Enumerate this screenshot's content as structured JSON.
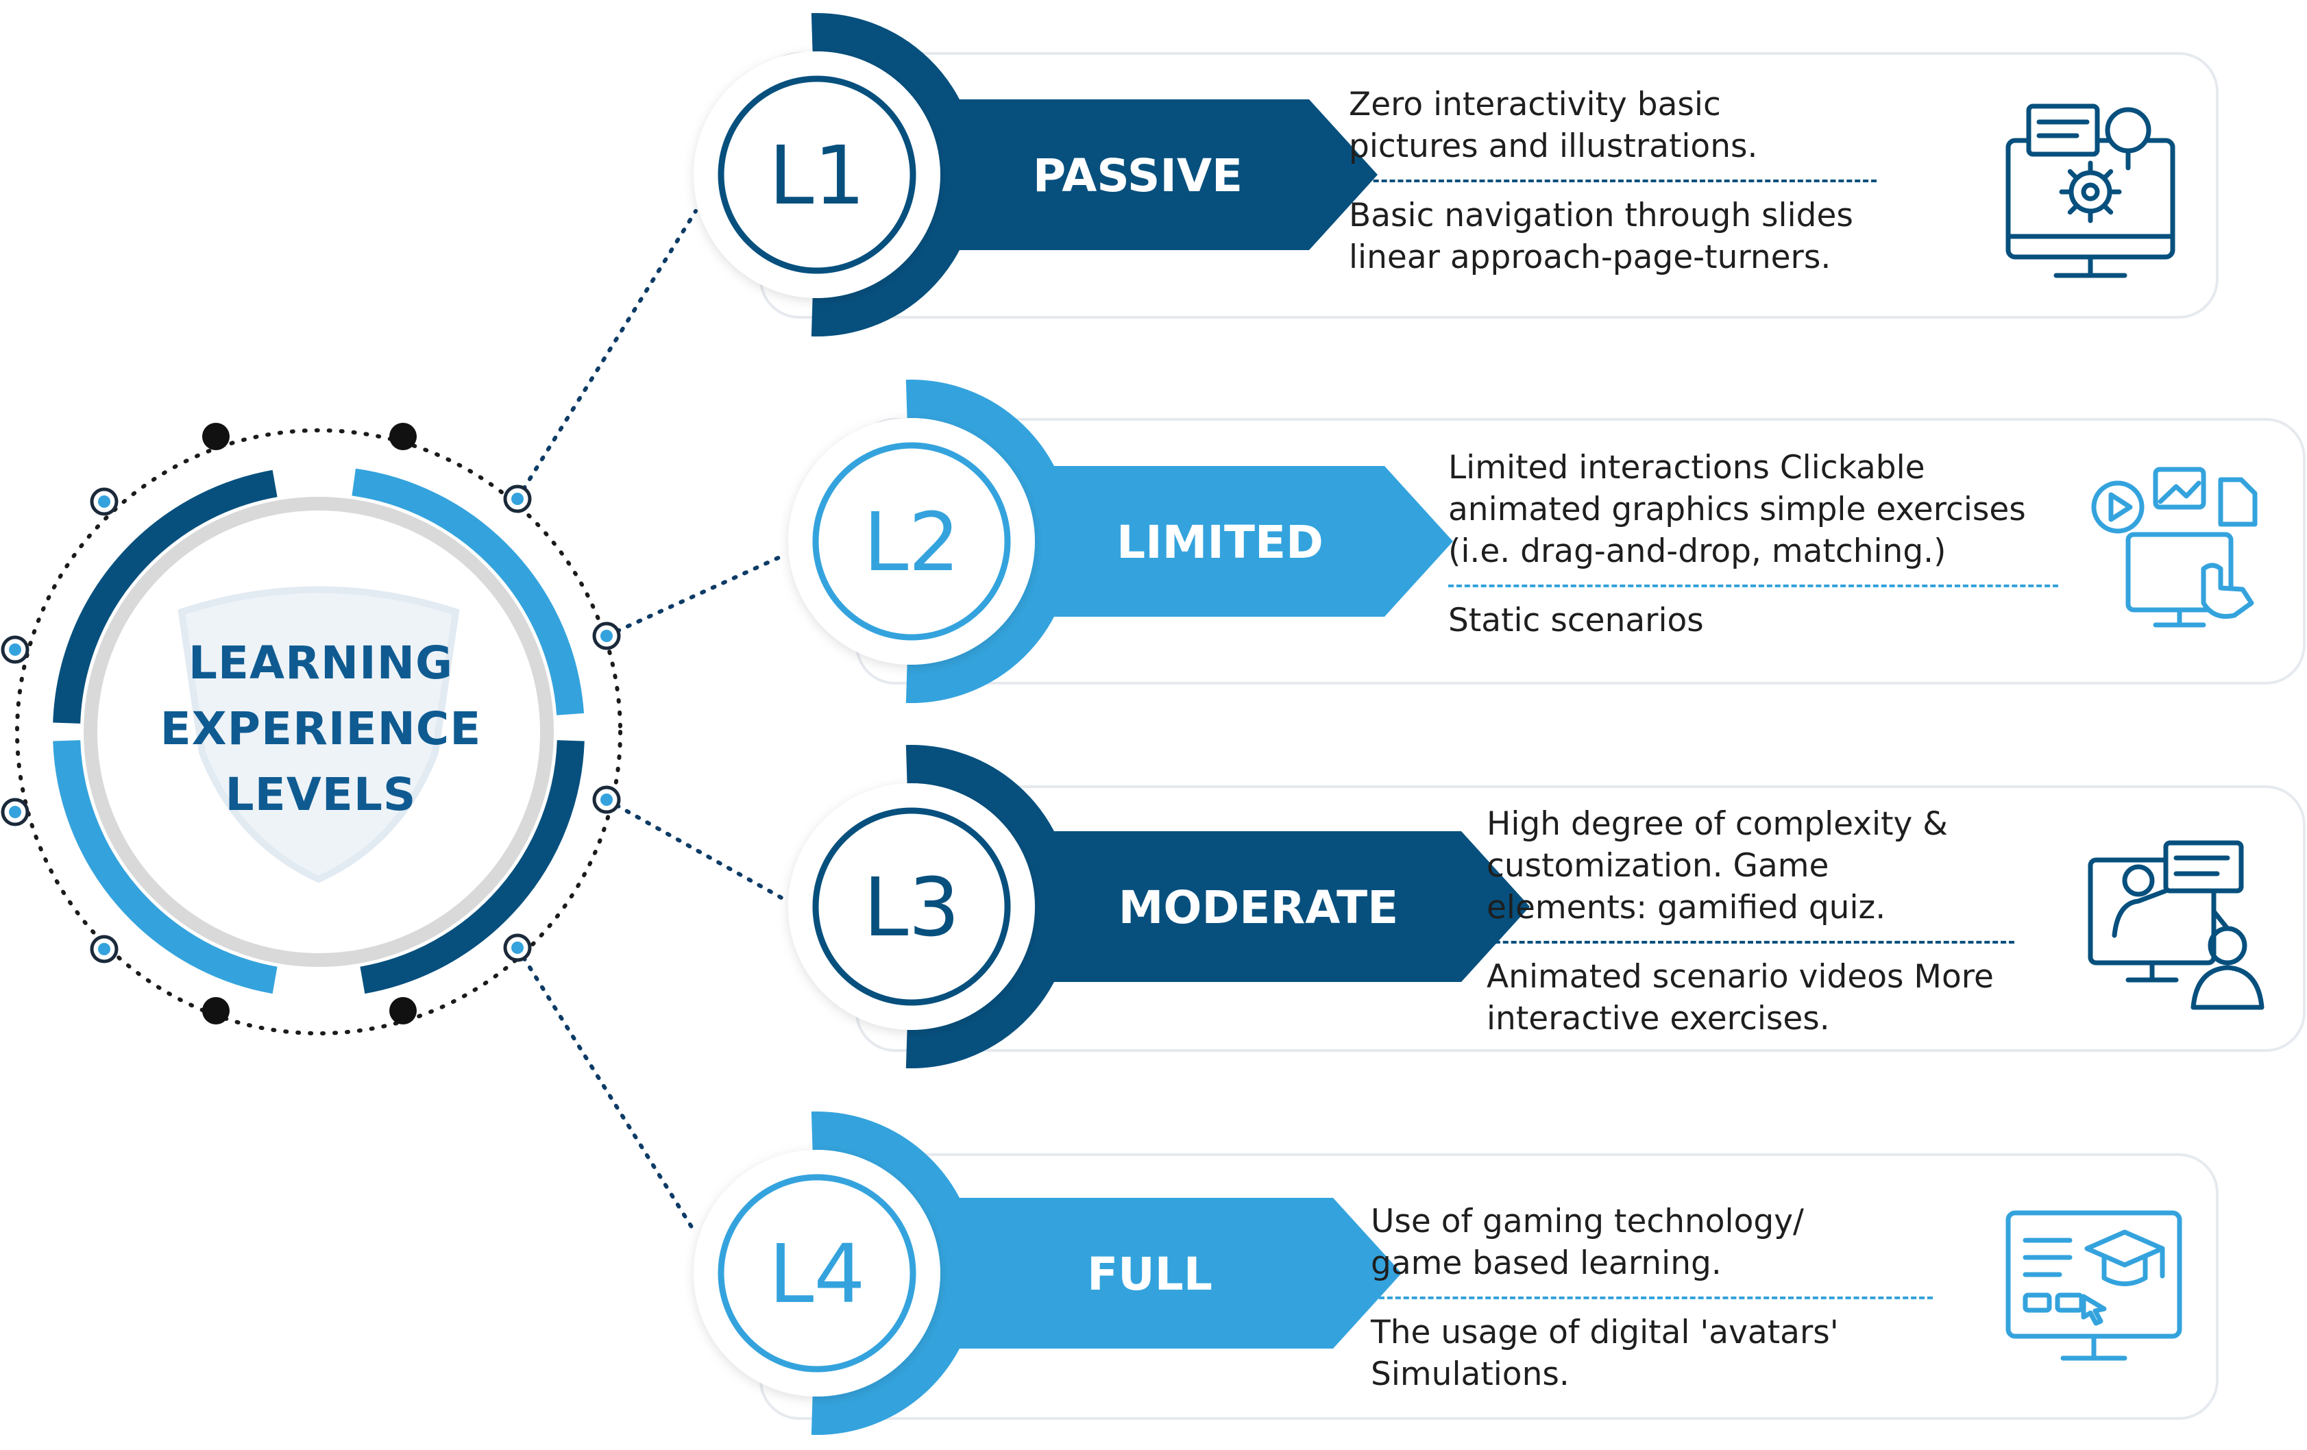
{
  "center": {
    "lines": [
      "LEARNING",
      "EXPERIENCE",
      "LEVELS"
    ]
  },
  "colors": {
    "dark": "#07507e",
    "light": "#34a3dd",
    "text": "#1e1e1e",
    "center_text": "#0f5b91",
    "ring_gray": "#d9d9d9",
    "card_border": "#e6eaef"
  },
  "levels": [
    {
      "id": "L1",
      "name": "PASSIVE",
      "color": "dark",
      "icon": "monitor-settings-icon",
      "desc_top": [
        "Zero interactivity basic",
        "pictures and illustrations."
      ],
      "desc_bottom": [
        "Basic navigation through slides",
        "linear approach-page-turners."
      ]
    },
    {
      "id": "L2",
      "name": "LIMITED",
      "color": "light",
      "icon": "interactive-media-icon",
      "desc_top": [
        "Limited interactions Clickable",
        "animated graphics simple exercises",
        "(i.e. drag-and-drop, matching.)"
      ],
      "desc_bottom": [
        "Static scenarios"
      ]
    },
    {
      "id": "L3",
      "name": "MODERATE",
      "color": "dark",
      "icon": "presenter-icon",
      "desc_top": [
        "High degree of complexity &",
        "customization.  Game",
        "elements: gamified quiz."
      ],
      "desc_bottom": [
        "Animated scenario videos More",
        "interactive exercises."
      ]
    },
    {
      "id": "L4",
      "name": "FULL",
      "color": "light",
      "icon": "elearning-graduation-icon",
      "desc_top": [
        "Use of gaming technology/",
        "game based learning."
      ],
      "desc_bottom": [
        "The usage of digital 'avatars'",
        "Simulations."
      ]
    }
  ]
}
